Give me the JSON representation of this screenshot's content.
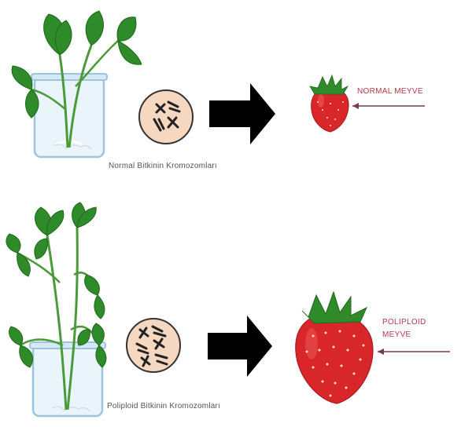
{
  "rows": [
    {
      "id": "normal",
      "caption": "Normal Bitkinin Kromozomları",
      "fruit_label_lines": [
        "NORMAL MEYVE"
      ]
    },
    {
      "id": "polyploid",
      "caption": "Poliploid Bitkinin Kromozomları",
      "fruit_label_lines": [
        "POLIPLOID",
        "MEYVE"
      ]
    }
  ],
  "colors": {
    "leaf": "#2f8a2a",
    "leaf_dark": "#1f6a1c",
    "stem": "#4a9a3a",
    "beaker": "#9cc4dc",
    "beaker_fill": "#eaf4fb",
    "cell_fill": "#f6d7c0",
    "cell_stroke": "#333333",
    "chromosome": "#222222",
    "arrow": "#000000",
    "strawberry": "#d9262b",
    "strawberry_highlight": "#f0585a",
    "strawberry_seed": "#ffe9a8",
    "pointer": "#7a3a4a",
    "label": "#b23a48"
  }
}
